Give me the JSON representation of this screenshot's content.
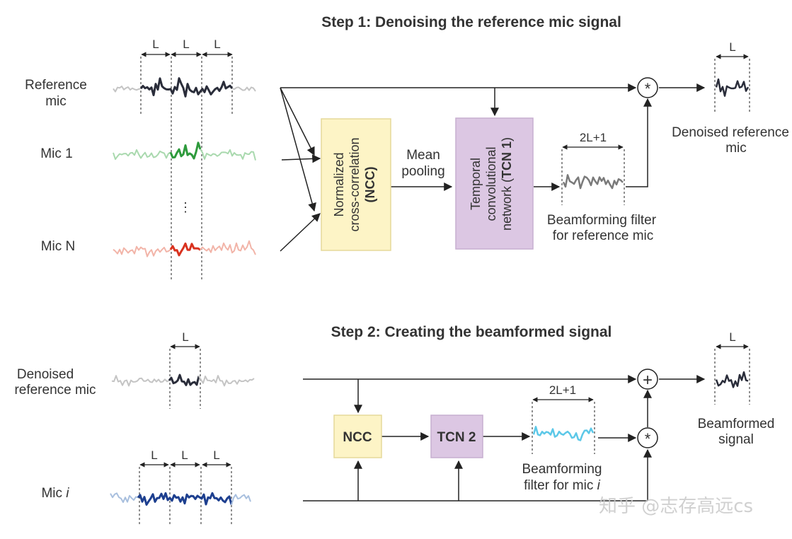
{
  "step1": {
    "title": "Step 1: Denoising the reference mic signal",
    "segment_label": "L",
    "inputs": [
      {
        "label_lines": [
          "Reference",
          "mic"
        ],
        "color": "#2a2d3a",
        "faded": "#c4c4c4"
      },
      {
        "label_lines": [
          "Mic 1"
        ],
        "color": "#2e9a3c",
        "faded": "#a9d9ae"
      },
      {
        "label_lines": [
          "Mic N"
        ],
        "color": "#d9321f",
        "faded": "#f2b4a8"
      }
    ],
    "ellipsis": "⋮",
    "ncc_block": {
      "lines": [
        "Normalized",
        "cross-correlation"
      ],
      "bold": "(NCC)",
      "fill": "#fdf4c6",
      "stroke": "#e5d99a"
    },
    "pooling_label": [
      "Mean",
      "pooling"
    ],
    "tcn_block": {
      "lines": [
        "Temporal",
        "convolutional"
      ],
      "tail": "network (",
      "bold": "TCN 1",
      "close": ")",
      "fill": "#dcc7e3",
      "stroke": "#c7afd0"
    },
    "filter": {
      "width_label": "2L+1",
      "caption_lines": [
        "Beamforming filter",
        "for reference mic"
      ],
      "color": "#7a7a7a"
    },
    "multiply_symbol": "*",
    "output": {
      "width_label": "L",
      "caption_lines": [
        "Denoised reference",
        "mic"
      ],
      "color": "#2a2d3a"
    }
  },
  "step2": {
    "title": "Step 2: Creating the beamformed signal",
    "segment_label": "L",
    "inputs": [
      {
        "label_lines": [
          "Denoised",
          "reference mic"
        ],
        "color": "#2a2d3a",
        "faded": "#c4c4c4"
      },
      {
        "label_main": "Mic ",
        "label_italic": "i",
        "color": "#1d3f8f",
        "faded": "#a8bfde"
      }
    ],
    "ncc_block": {
      "label": "NCC",
      "fill": "#fdf4c6",
      "stroke": "#e5d99a"
    },
    "tcn_block": {
      "label": "TCN 2",
      "fill": "#dcc7e3",
      "stroke": "#c7afd0"
    },
    "filter": {
      "width_label": "2L+1",
      "caption_line1": "Beamforming",
      "caption_line2_main": "filter for mic ",
      "caption_line2_italic": "i",
      "color": "#5cc8e8"
    },
    "add_symbol": "+",
    "multiply_symbol": "*",
    "output": {
      "width_label": "L",
      "caption_lines": [
        "Beamformed",
        "signal"
      ],
      "color": "#2a2d3a"
    }
  },
  "watermark": "知乎 @志存高远cs"
}
